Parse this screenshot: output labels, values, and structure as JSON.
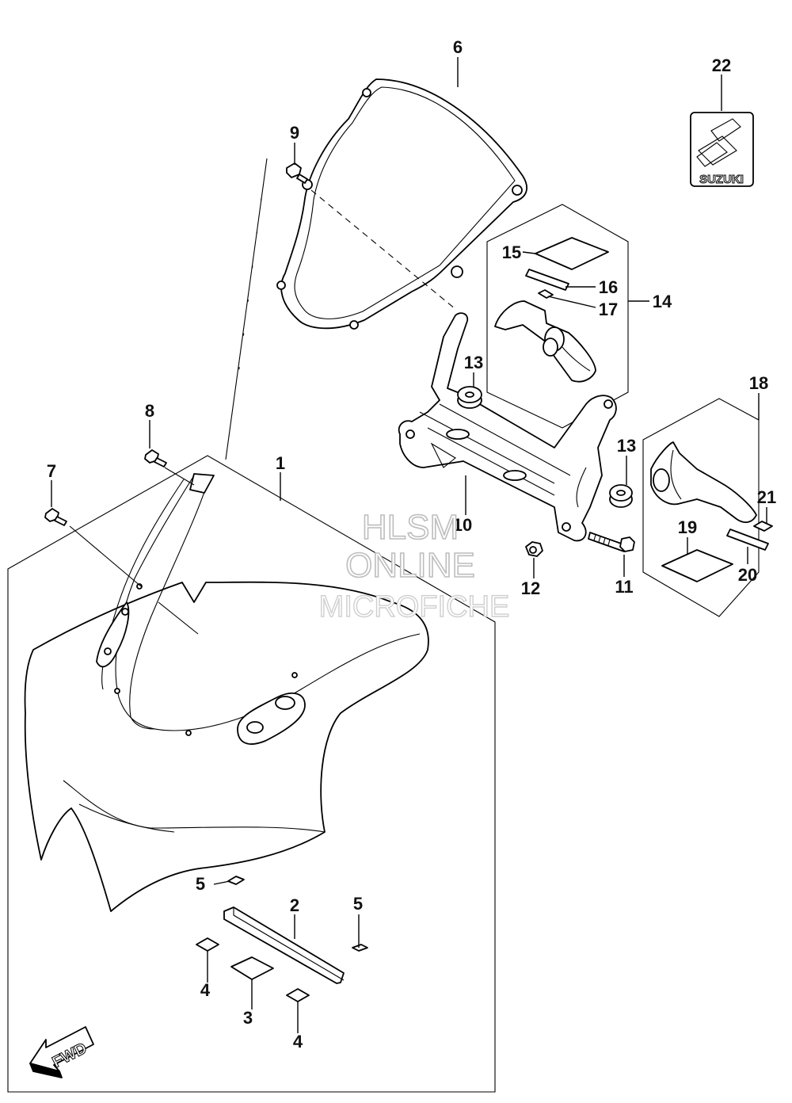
{
  "callouts": [
    {
      "id": "c1",
      "text": "1"
    },
    {
      "id": "c2",
      "text": "2"
    },
    {
      "id": "c3",
      "text": "3"
    },
    {
      "id": "c4a",
      "text": "4"
    },
    {
      "id": "c4b",
      "text": "4"
    },
    {
      "id": "c5a",
      "text": "5"
    },
    {
      "id": "c5b",
      "text": "5"
    },
    {
      "id": "c6",
      "text": "6"
    },
    {
      "id": "c7",
      "text": "7"
    },
    {
      "id": "c8",
      "text": "8"
    },
    {
      "id": "c9",
      "text": "9"
    },
    {
      "id": "c10",
      "text": "10"
    },
    {
      "id": "c11",
      "text": "11"
    },
    {
      "id": "c12",
      "text": "12"
    },
    {
      "id": "c13a",
      "text": "13"
    },
    {
      "id": "c13b",
      "text": "13"
    },
    {
      "id": "c14",
      "text": "14"
    },
    {
      "id": "c15",
      "text": "15"
    },
    {
      "id": "c16",
      "text": "16"
    },
    {
      "id": "c17",
      "text": "17"
    },
    {
      "id": "c18",
      "text": "18"
    },
    {
      "id": "c19",
      "text": "19"
    },
    {
      "id": "c20",
      "text": "20"
    },
    {
      "id": "c21",
      "text": "21"
    },
    {
      "id": "c22",
      "text": "22"
    }
  ],
  "watermark": {
    "line1": "HLSM",
    "line2": "ONLINE",
    "line3": "MICROFICHE"
  },
  "emblem_text": "SUZUKI",
  "fwd_label": "FWD"
}
